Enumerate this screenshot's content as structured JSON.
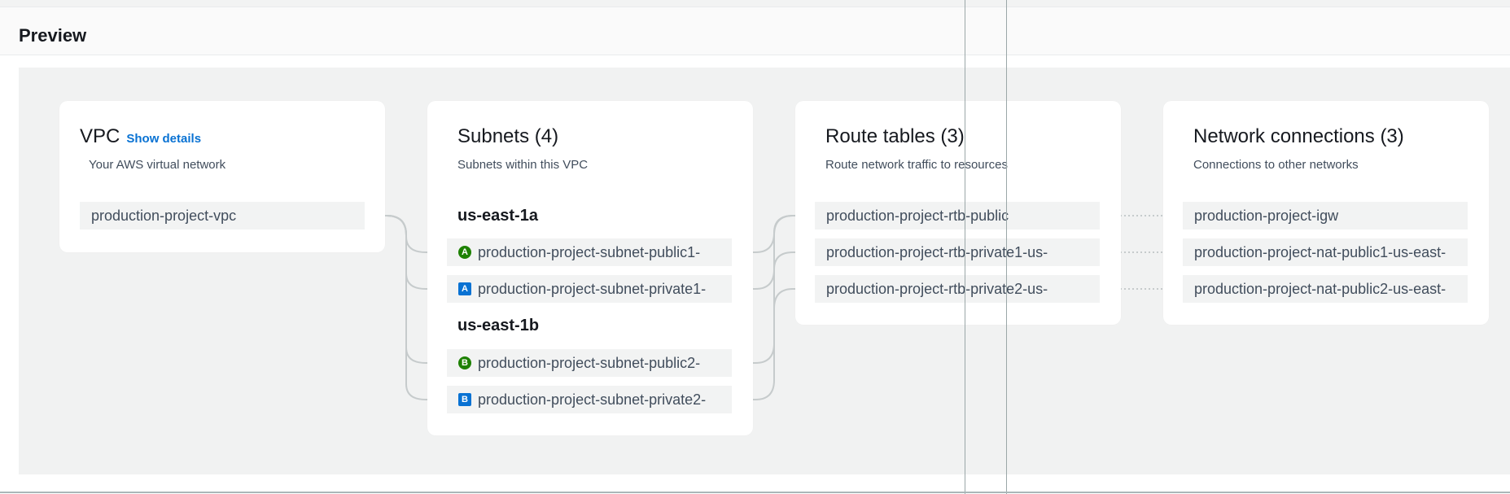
{
  "preview": {
    "title": "Preview"
  },
  "vpc": {
    "title": "VPC",
    "show_details": "Show details",
    "description": "Your AWS virtual network",
    "items": [
      {
        "label": "production-project-vpc"
      }
    ]
  },
  "subnets": {
    "title": "Subnets (4)",
    "description": "Subnets within this VPC",
    "zones": [
      {
        "name": "us-east-1a",
        "items": [
          {
            "badge": "A",
            "kind": "public",
            "label": "production-project-subnet-public1-"
          },
          {
            "badge": "A",
            "kind": "private",
            "label": "production-project-subnet-private1-"
          }
        ]
      },
      {
        "name": "us-east-1b",
        "items": [
          {
            "badge": "B",
            "kind": "public",
            "label": "production-project-subnet-public2-"
          },
          {
            "badge": "B",
            "kind": "private",
            "label": "production-project-subnet-private2-"
          }
        ]
      }
    ]
  },
  "route_tables": {
    "title": "Route tables (3)",
    "description": "Route network traffic to resources",
    "items": [
      {
        "label": "production-project-rtb-public"
      },
      {
        "label": "production-project-rtb-private1-us-"
      },
      {
        "label": "production-project-rtb-private2-us-"
      }
    ]
  },
  "network_connections": {
    "title": "Network connections (3)",
    "description": "Connections to other networks",
    "items": [
      {
        "label": "production-project-igw"
      },
      {
        "label": "production-project-nat-public1-us-east-"
      },
      {
        "label": "production-project-nat-public2-us-east-"
      }
    ]
  },
  "colors": {
    "public_badge": "#1d8102",
    "private_badge": "#0972d3",
    "link_blue": "#0972d3",
    "canvas_bg": "#f1f2f2",
    "connector": "#c6cbcc"
  }
}
